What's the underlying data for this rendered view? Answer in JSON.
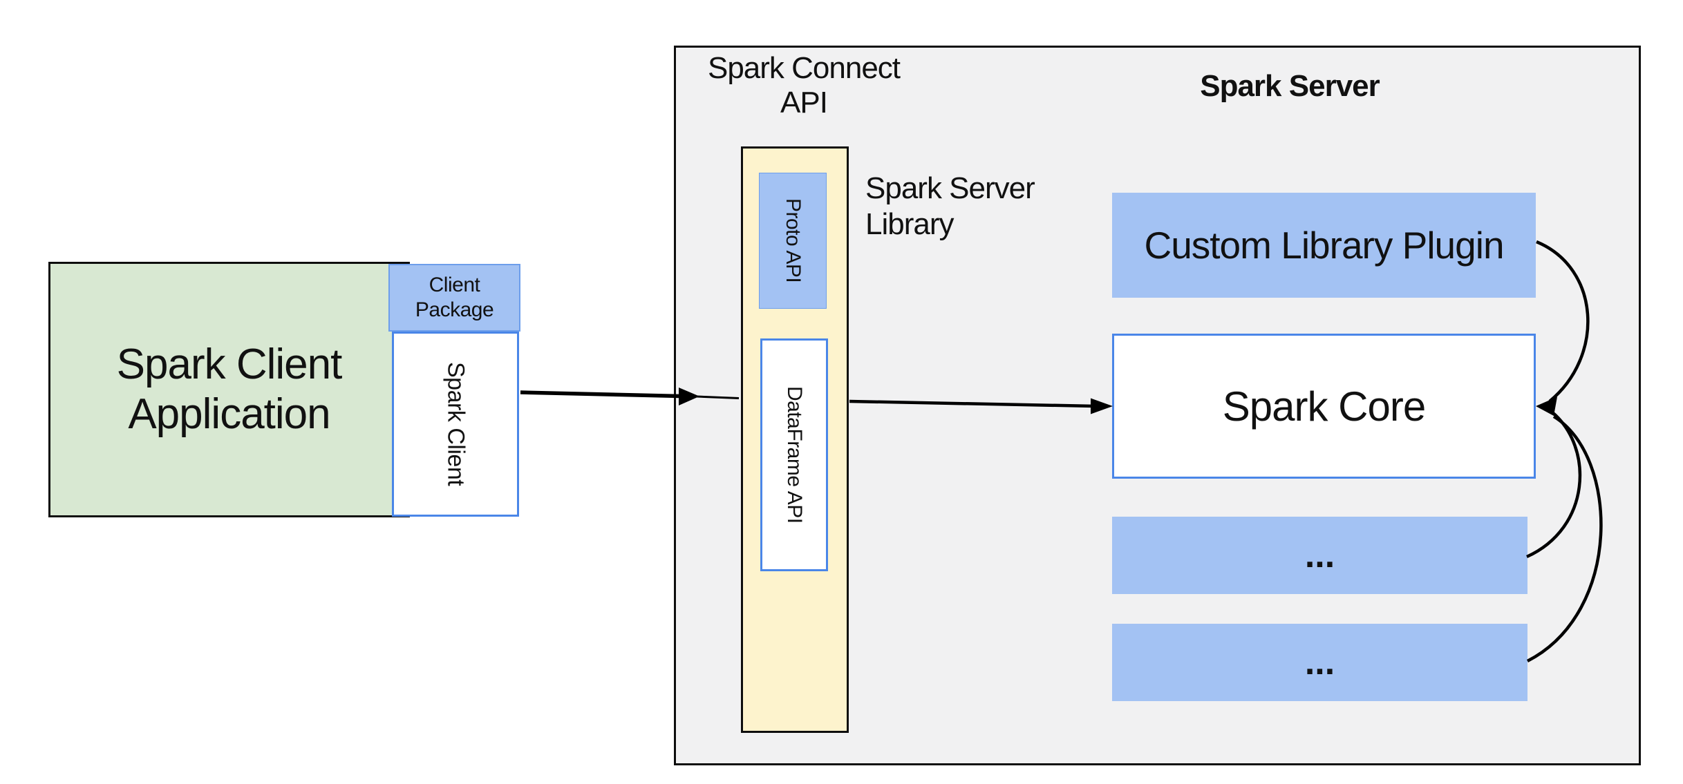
{
  "labels": {
    "client_app": "Spark Client\nApplication",
    "client_package": "Client\nPackage",
    "spark_client": "Spark Client",
    "spark_connect_api": "Spark Connect\nAPI",
    "spark_server_title": "Spark Server",
    "spark_server_library": "Spark Server\nLibrary",
    "proto_api": "Proto  API",
    "dataframe_api": "DataFrame API",
    "custom_library_plugin": "Custom Library Plugin",
    "spark_core": "Spark Core",
    "plugin_placeholder_1": "...",
    "plugin_placeholder_2": "..."
  },
  "colors": {
    "canvas_bg": "#ffffff",
    "server_container_bg": "#f1f1f2",
    "client_app_green": "#d8e8d2",
    "accent_blue_fill": "#a3c2f3",
    "blue_border": "#4a86e8",
    "blue_border_light": "#6d9eeb",
    "yellow_fill": "#fdf3cd",
    "outline_black": "#0d0d0d",
    "text_color": "#111111",
    "arrow_color": "#000000"
  }
}
